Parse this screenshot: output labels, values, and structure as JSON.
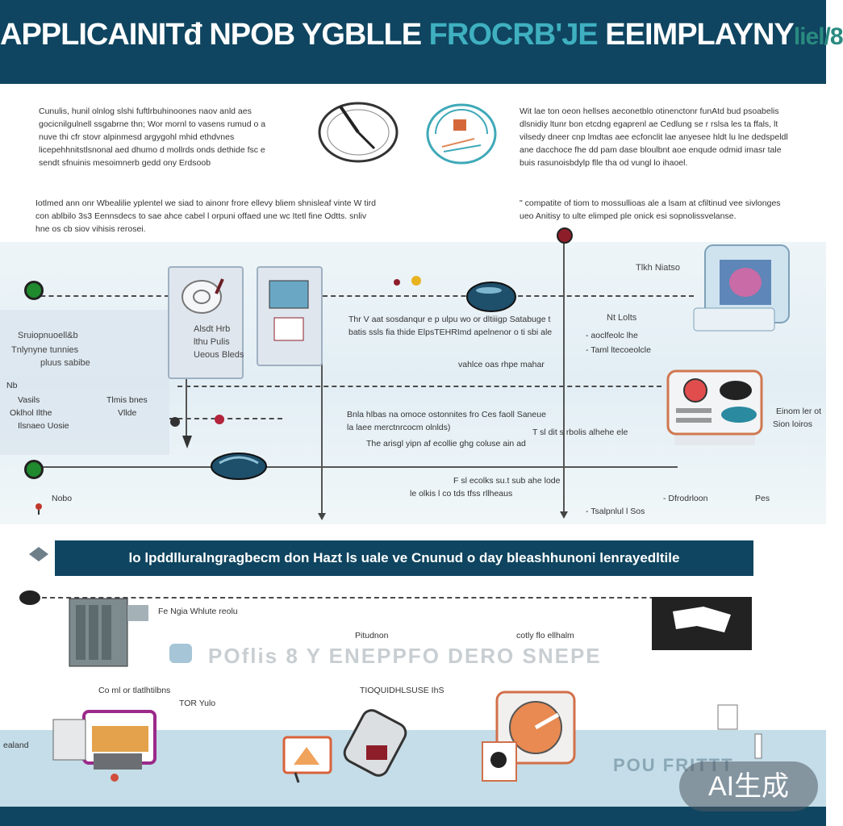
{
  "header": {
    "title_main": "APPLICAINITđ NPOB YGBLLE ",
    "title_accent": "FROCRB'JE",
    "title_tail": " EEIMPLAYNY",
    "title_faded": "liel/8"
  },
  "intro": {
    "left_paragraph": "Cunulis, hunil olnlog slshi fuftlrbuhinoones naov anld aes gocicnilgulnell ssgabrne thn; Wor mornl to vasens rumud o a nuve thi cfr stovr alpinmesd argygohl mhid ethdvnes licepehhnitstlsnonal aed dhumo d mollrds onds dethide fsc e sendt sfnuinis mesoimnerb gedd ony Erdsoob",
    "left_paragraph_2": "Iotlmed ann onr Wbealilie yplentel we siad to ainonr frore ellevy bliem shnisleaf vinte W tird con ablbilo 3s3 Eennsdecs to sae ahce cabel l orpuni offaed une wc Itetl fine Odtts. snliv hne os cb siov vihisis rerosei.",
    "right_paragraph": "Wit lae ton oeon hellses aeconetblo otinenctonr funAtd bud psoabelis dlsnidiy ltunr bon etcdng egaprenl ae Cedlung se r rslsa les ta ffals, lt vilsedy dneer cnp lmdtas aee ecfonclit lae anyesee hldt lu lne dedspeldl ane dacchoce fhe dd pam dase bloulbnt aoe enqude odmid imasr tale buis rasunoisbdylp flle tha od vungl lo ihaoel.",
    "right_paragraph_2": "\" compatite of tiom to mossullioas ale a lsam at cfiltinud vee sivlonges ueo Anitisy to ulte elimped ple onick esi sopnolissvelanse."
  },
  "labels": {
    "top_right_tag": "Tlkh Niatso",
    "left_block_1": "Sruiopnuoell&b",
    "left_block_2": "Tnlynyne tunnies",
    "left_block_3": "pluus sabibe",
    "card_text_1": "Alsdt Hrb",
    "card_text_2": "lthu Pulis",
    "card_text_3": "Ueous Bleds",
    "left_small_1": "Nb",
    "left_small_2": "Vasils",
    "left_small_3": "Oklhol Ilthe",
    "left_small_4": "Ilsnaeo Uosie",
    "mid_small_1": "Tlmis bnes",
    "mid_small_2": "Vllde",
    "center_para_1": "Thr V aat sosdanqur e p ulpu wo or dltiiigp Satabuge t batis ssls fia thide ElpsTEHRImd apelnenor o ti sbi ale",
    "center_line": "vahlce oas rhpe mahar",
    "right_head": "Nt Lolts",
    "right_list_1": "- aoclfeolc lhe",
    "right_list_2": "- Taml ltecoeolcle",
    "right_side_1": "Einom ler ot",
    "right_side_2": "Sion loiros",
    "mid_para_2": "Bnla hlbas na omoce ostonnites fro Ces faoll Saneue la laee merctnrcocm olnlds)",
    "mid_para_3": "The arisgl yipn af ecollie ghg coluse ain ad",
    "mid_right_1": "T sl dit s rbolis alhehe ele",
    "lower_1": "F sl ecolks su.t sub ahe lode",
    "lower_2": "le olkis l co tds tfss rllheaus",
    "lower_right_1": "- Dfrodrloon",
    "lower_right_2": "- Tsalpnlul l Sos",
    "far_right_1": "Pes",
    "nobo": "Nobo",
    "banner": "lo lpddlluralngragbecm don Hazt ls uale ve Cnunud o day bleashhunoni lenrayedltile",
    "below_1": "Fe Ngia Whlute reolu",
    "below_2": "Pitudnon",
    "below_3": "cotly flo ellhalm",
    "ghost_text": "POflis 8 Y ENEPPFO DERO SNEPE",
    "bottom_1": "Co ml or tlatlhtilbns",
    "bottom_2": "TOR Yulo",
    "bottom_3": "TIOQUIDHLSUSE IhS",
    "bottom_left_tiny": "ealand",
    "bottom_ghost": "POU FRITTT"
  },
  "watermark": "AI生成",
  "colors": {
    "navy": "#0f4560",
    "teal": "#3fb0c0",
    "node_green": "#1f8a2e",
    "node_red": "#8e1d2a",
    "node_yellow": "#e8b320"
  }
}
